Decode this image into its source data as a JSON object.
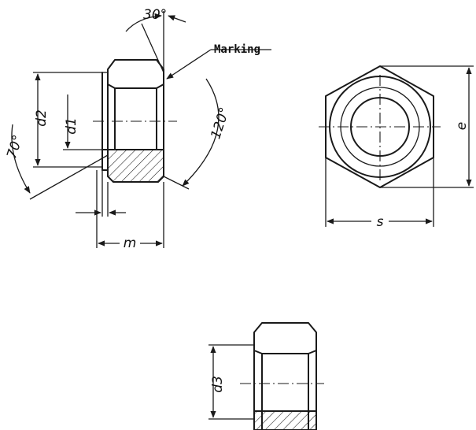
{
  "labels": {
    "angle_top": "30°",
    "marking": "Marking",
    "angle_chamfer": "120°",
    "angle_side": "70°",
    "d2": "d2",
    "d1": "d1",
    "m": "m",
    "e": "e",
    "s": "s",
    "d3": "d3"
  }
}
